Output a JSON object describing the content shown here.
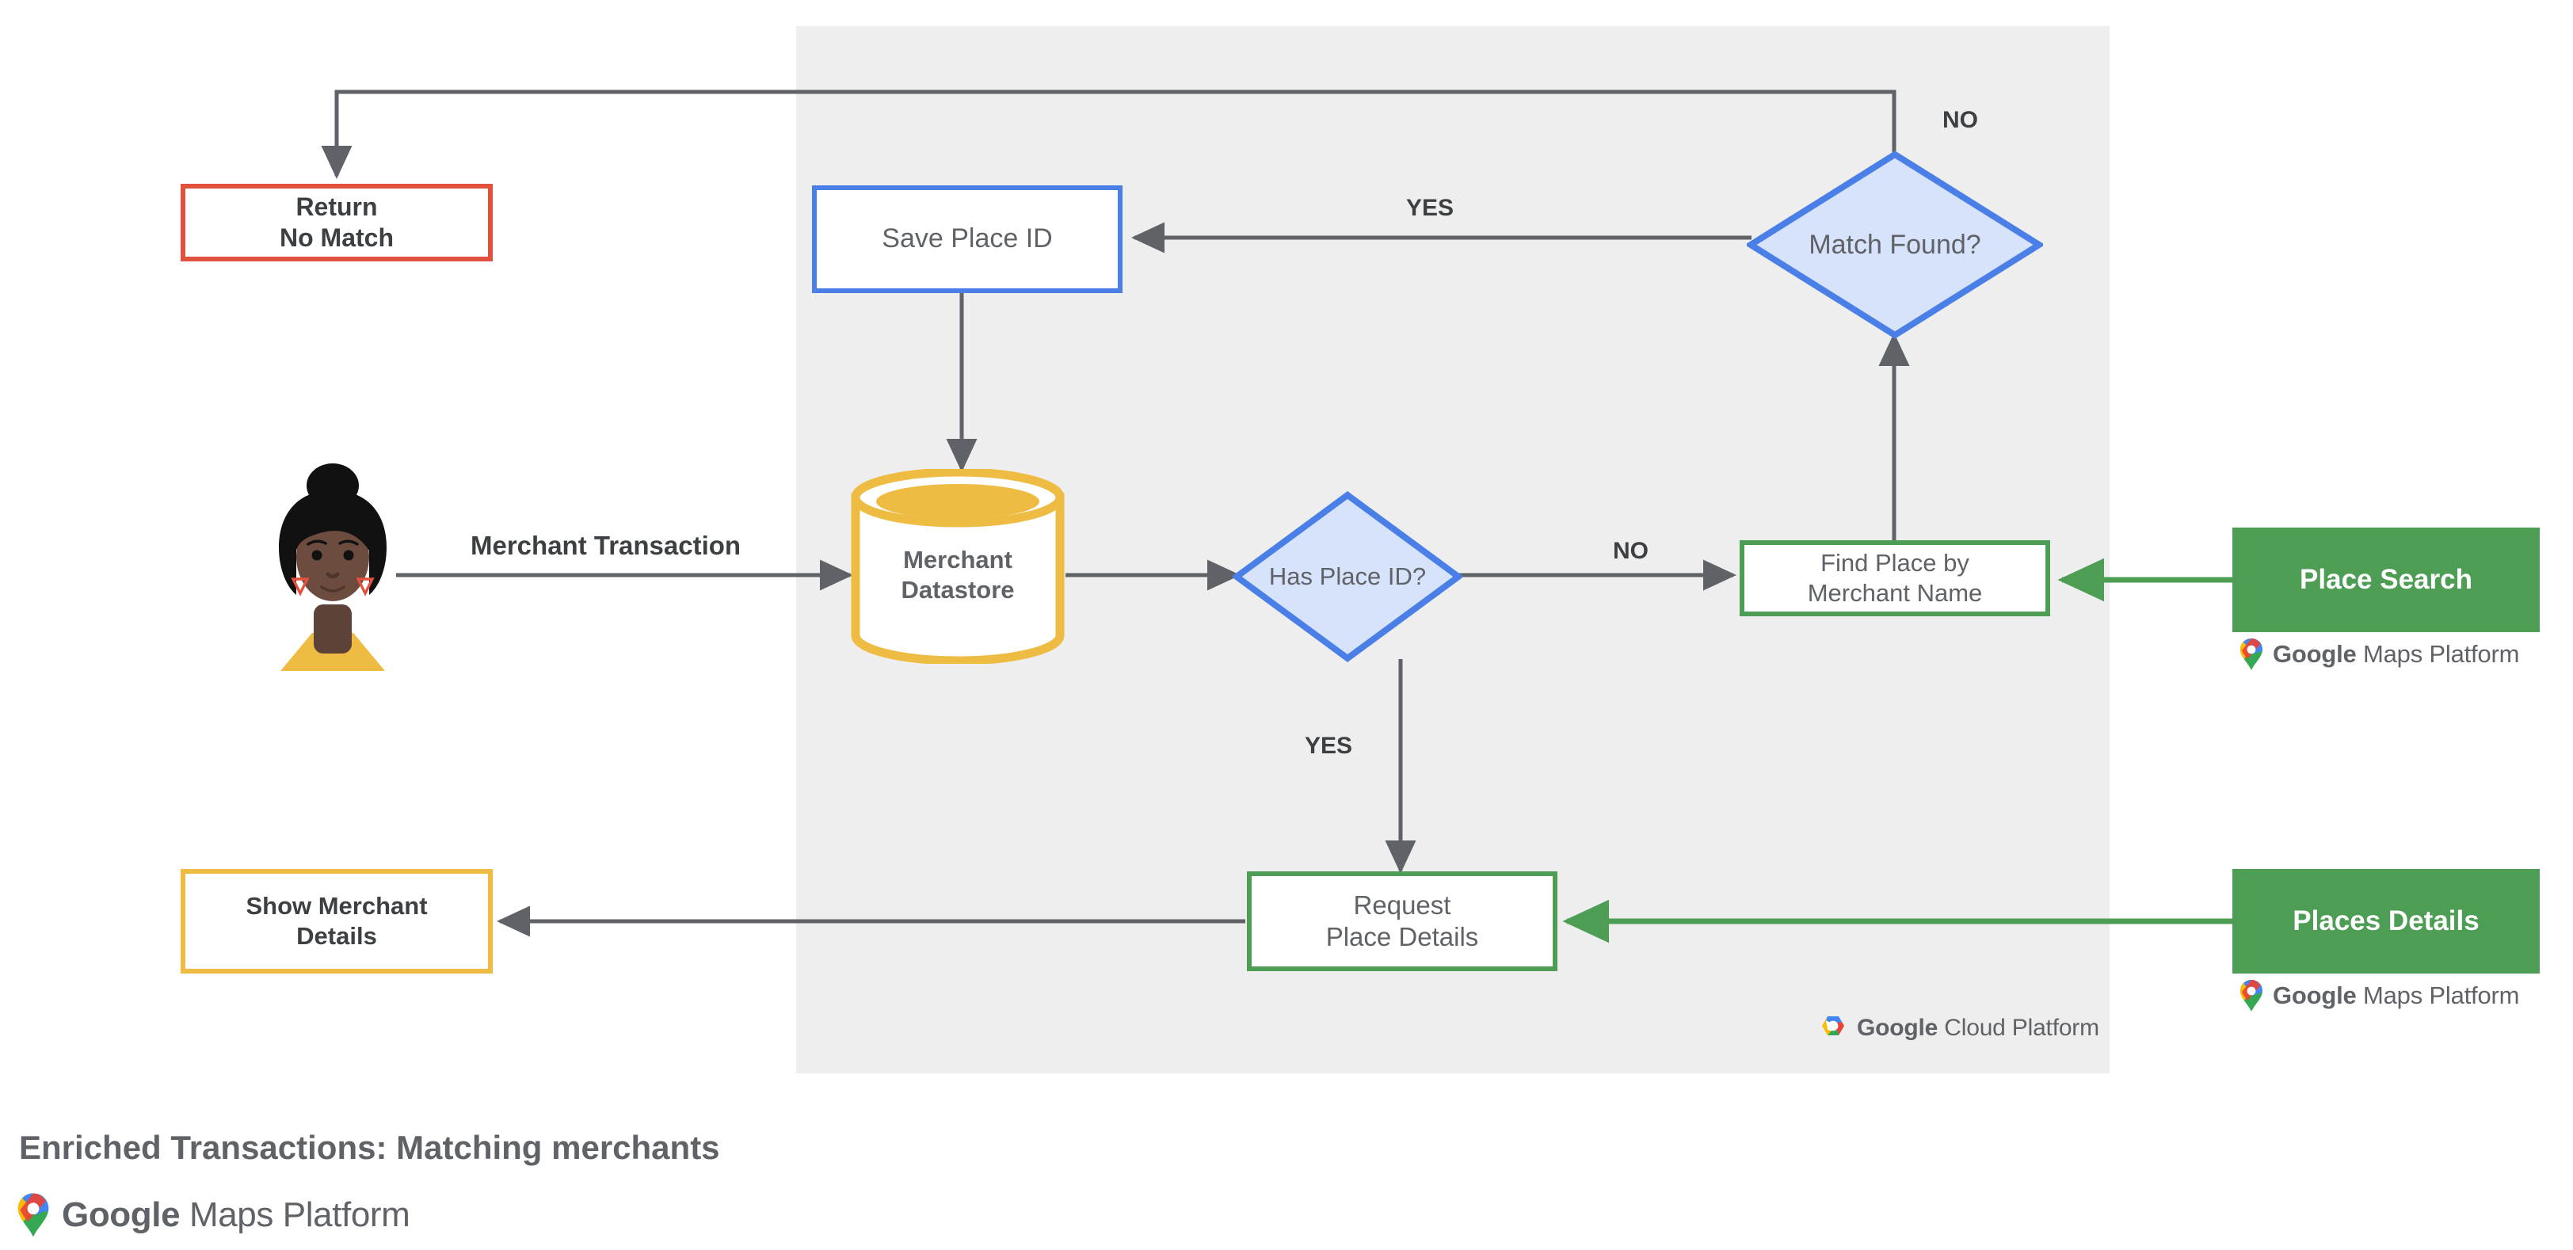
{
  "diagram": {
    "caption": "Enriched Transactions: Matching merchants",
    "platform_panel_label": "Google Cloud Platform",
    "gmp_label_bold": "Google",
    "gmp_label_rest": " Maps Platform",
    "gcp_label_bold": "Google",
    "gcp_label_rest": " Cloud Platform"
  },
  "nodes": {
    "return_no_match": {
      "line1": "Return",
      "line2": "No Match",
      "border_color": "#e2513d",
      "fill": "#ffffff"
    },
    "save_place_id": {
      "line1": "Save Place ID",
      "border_color": "#4b7fe8",
      "fill": "#ffffff"
    },
    "match_found": {
      "line1": "Match",
      "line2": "Found?",
      "border_color": "#4b7fe8",
      "fill": "#d7e3fb"
    },
    "merchant_datastore": {
      "line1": "Merchant",
      "line2": "Datastore",
      "border_color": "#eebc43",
      "fill": "#ffffff"
    },
    "has_place_id": {
      "line1": "Has",
      "line2": "Place ID?",
      "border_color": "#4b7fe8",
      "fill": "#d7e3fb"
    },
    "find_place_by_merchant_name": {
      "line1": "Find Place by",
      "line2": "Merchant Name",
      "border_color": "#4d9d55",
      "fill": "#ffffff"
    },
    "request_place_details": {
      "line1": "Request",
      "line2": "Place Details",
      "border_color": "#4d9d55",
      "fill": "#ffffff"
    },
    "show_merchant_details": {
      "line1": "Show Merchant",
      "line2": "Details",
      "border_color": "#eebc43",
      "fill": "#ffffff"
    },
    "place_search": {
      "line1": "Place Search",
      "fill": "#4d9d55",
      "text_color": "#ffffff"
    },
    "places_details": {
      "line1": "Places Details",
      "fill": "#4d9d55",
      "text_color": "#ffffff"
    }
  },
  "edge_labels": {
    "merchant_transaction": "Merchant Transaction",
    "match_found_no": "NO",
    "match_found_yes": "YES",
    "has_place_id_no": "NO",
    "has_place_id_yes": "YES"
  },
  "colors": {
    "panel_bg": "#eeeeee",
    "page_bg": "#ffffff",
    "wire": "#5f6368",
    "green_wire": "#4d9d55",
    "red": "#e2513d",
    "blue": "#4b7fe8",
    "blue_fill": "#d7e3fb",
    "green": "#4d9d55",
    "yellow": "#eebc43",
    "text": "#5f6368",
    "text_dark": "#3c4043"
  },
  "icons": {
    "avatar": "person-avatar-icon",
    "maps_pin": "google-maps-pin-icon",
    "cloud_hex": "google-cloud-hexagon-icon"
  }
}
